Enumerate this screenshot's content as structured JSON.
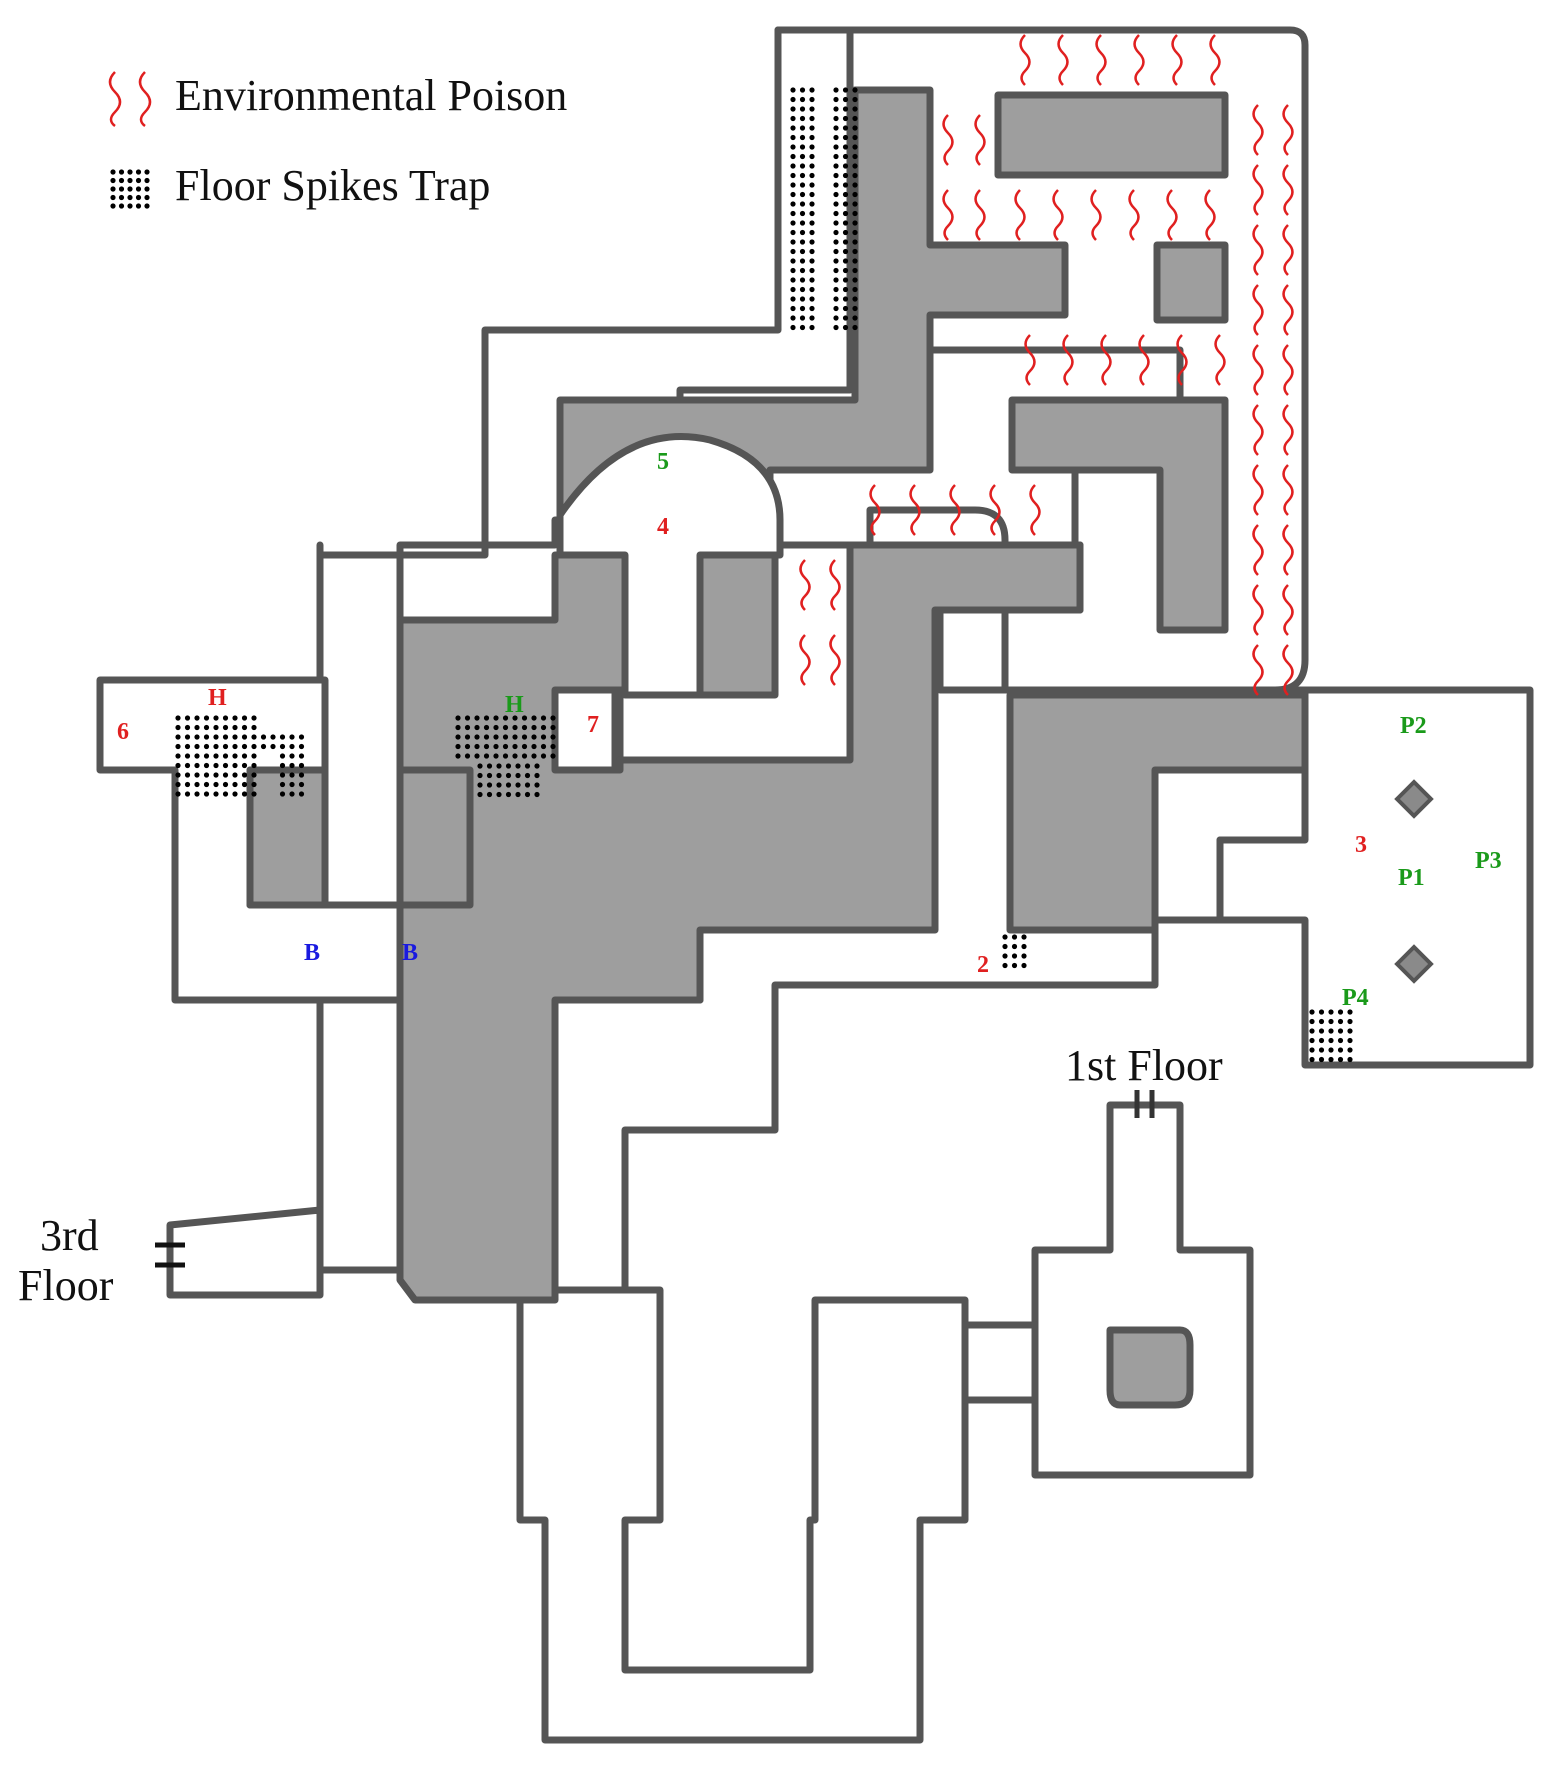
{
  "legend": {
    "poison_label": "Environmental Poison",
    "spikes_label": "Floor Spikes Trap",
    "poison_icon": "squiggle-icon",
    "spikes_icon": "dot-grid-icon"
  },
  "floors": {
    "first": "1st Floor",
    "third_line1": "3rd",
    "third_line2": "Floor"
  },
  "markers": {
    "m2": "2",
    "m3": "3",
    "m4": "4",
    "m5": "5",
    "m6": "6",
    "m7": "7",
    "h_red": "H",
    "h_green": "H",
    "b_left": "B",
    "b_right": "B",
    "p1": "P1",
    "p2": "P2",
    "p3": "P3",
    "p4": "P4"
  },
  "colors": {
    "poison": "#e02020",
    "pillar": "#9e9e9e",
    "wall": "#555555",
    "red_marker": "#e02020",
    "green_marker": "#1a9a1a",
    "blue_marker": "#1a1ae0"
  }
}
